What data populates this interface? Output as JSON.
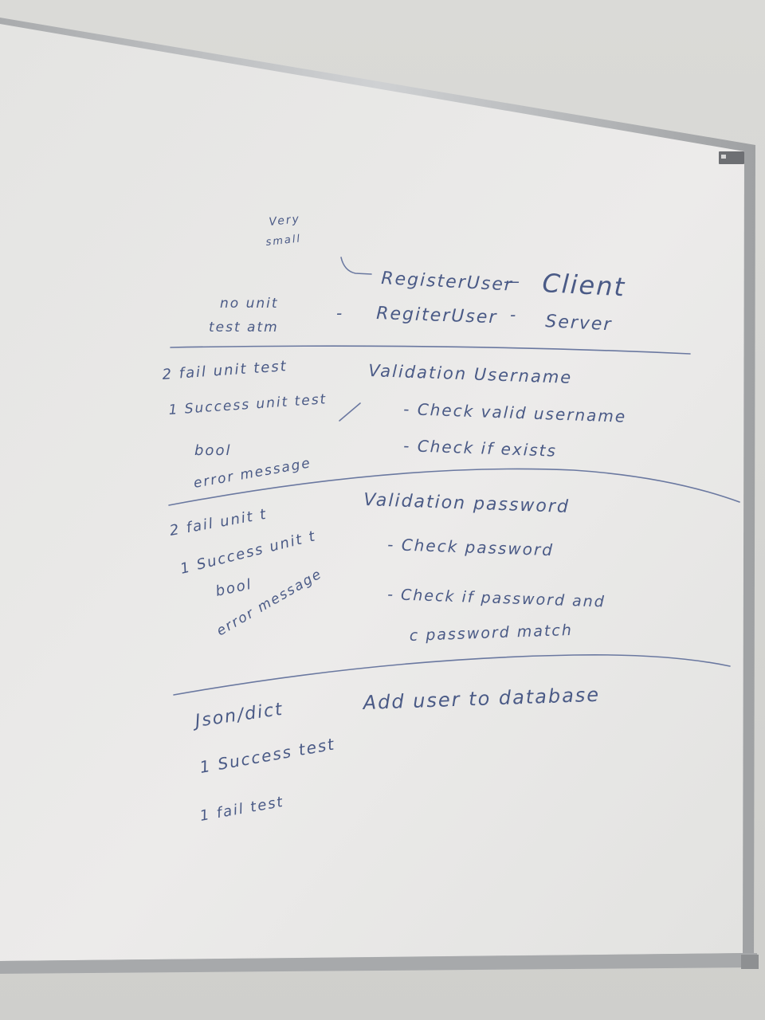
{
  "colors": {
    "wall": "#d6d6d3",
    "board_surface": "#e6e6e4",
    "frame": "#b9bbbd",
    "marker_ink": "#4a5a86"
  },
  "board": {
    "top_note": {
      "line1": "Very",
      "line2": "small"
    },
    "client_row": {
      "dash1": "—",
      "name": "RegisterUser",
      "dash2": "—",
      "target": "Client"
    },
    "server_row": {
      "note_line1": "no unit",
      "note_line2": "test atm",
      "dash1": "-",
      "name": "RegiterUser",
      "dash2": "-",
      "target": "Server"
    },
    "username_section": {
      "tests_line1": "2 fail unit test",
      "tests_line2": "1 Success unit test",
      "return_line1": "bool",
      "return_line2": "error message",
      "title": "Validation Username",
      "item1": "- Check valid username",
      "item2": "- Check if exists"
    },
    "password_section": {
      "tests_line1": "2 fail unit t",
      "tests_line2": "1 Success unit t",
      "return_line1": "bool",
      "return_line2": "error message",
      "title": "Validation password",
      "item1": "- Check password",
      "item2": "- Check if password and",
      "item3": "c password match"
    },
    "database_section": {
      "label": "Json/dict",
      "title": "Add user to database",
      "tests_line1": "1 Success test",
      "tests_line2": "1 fail test"
    }
  }
}
